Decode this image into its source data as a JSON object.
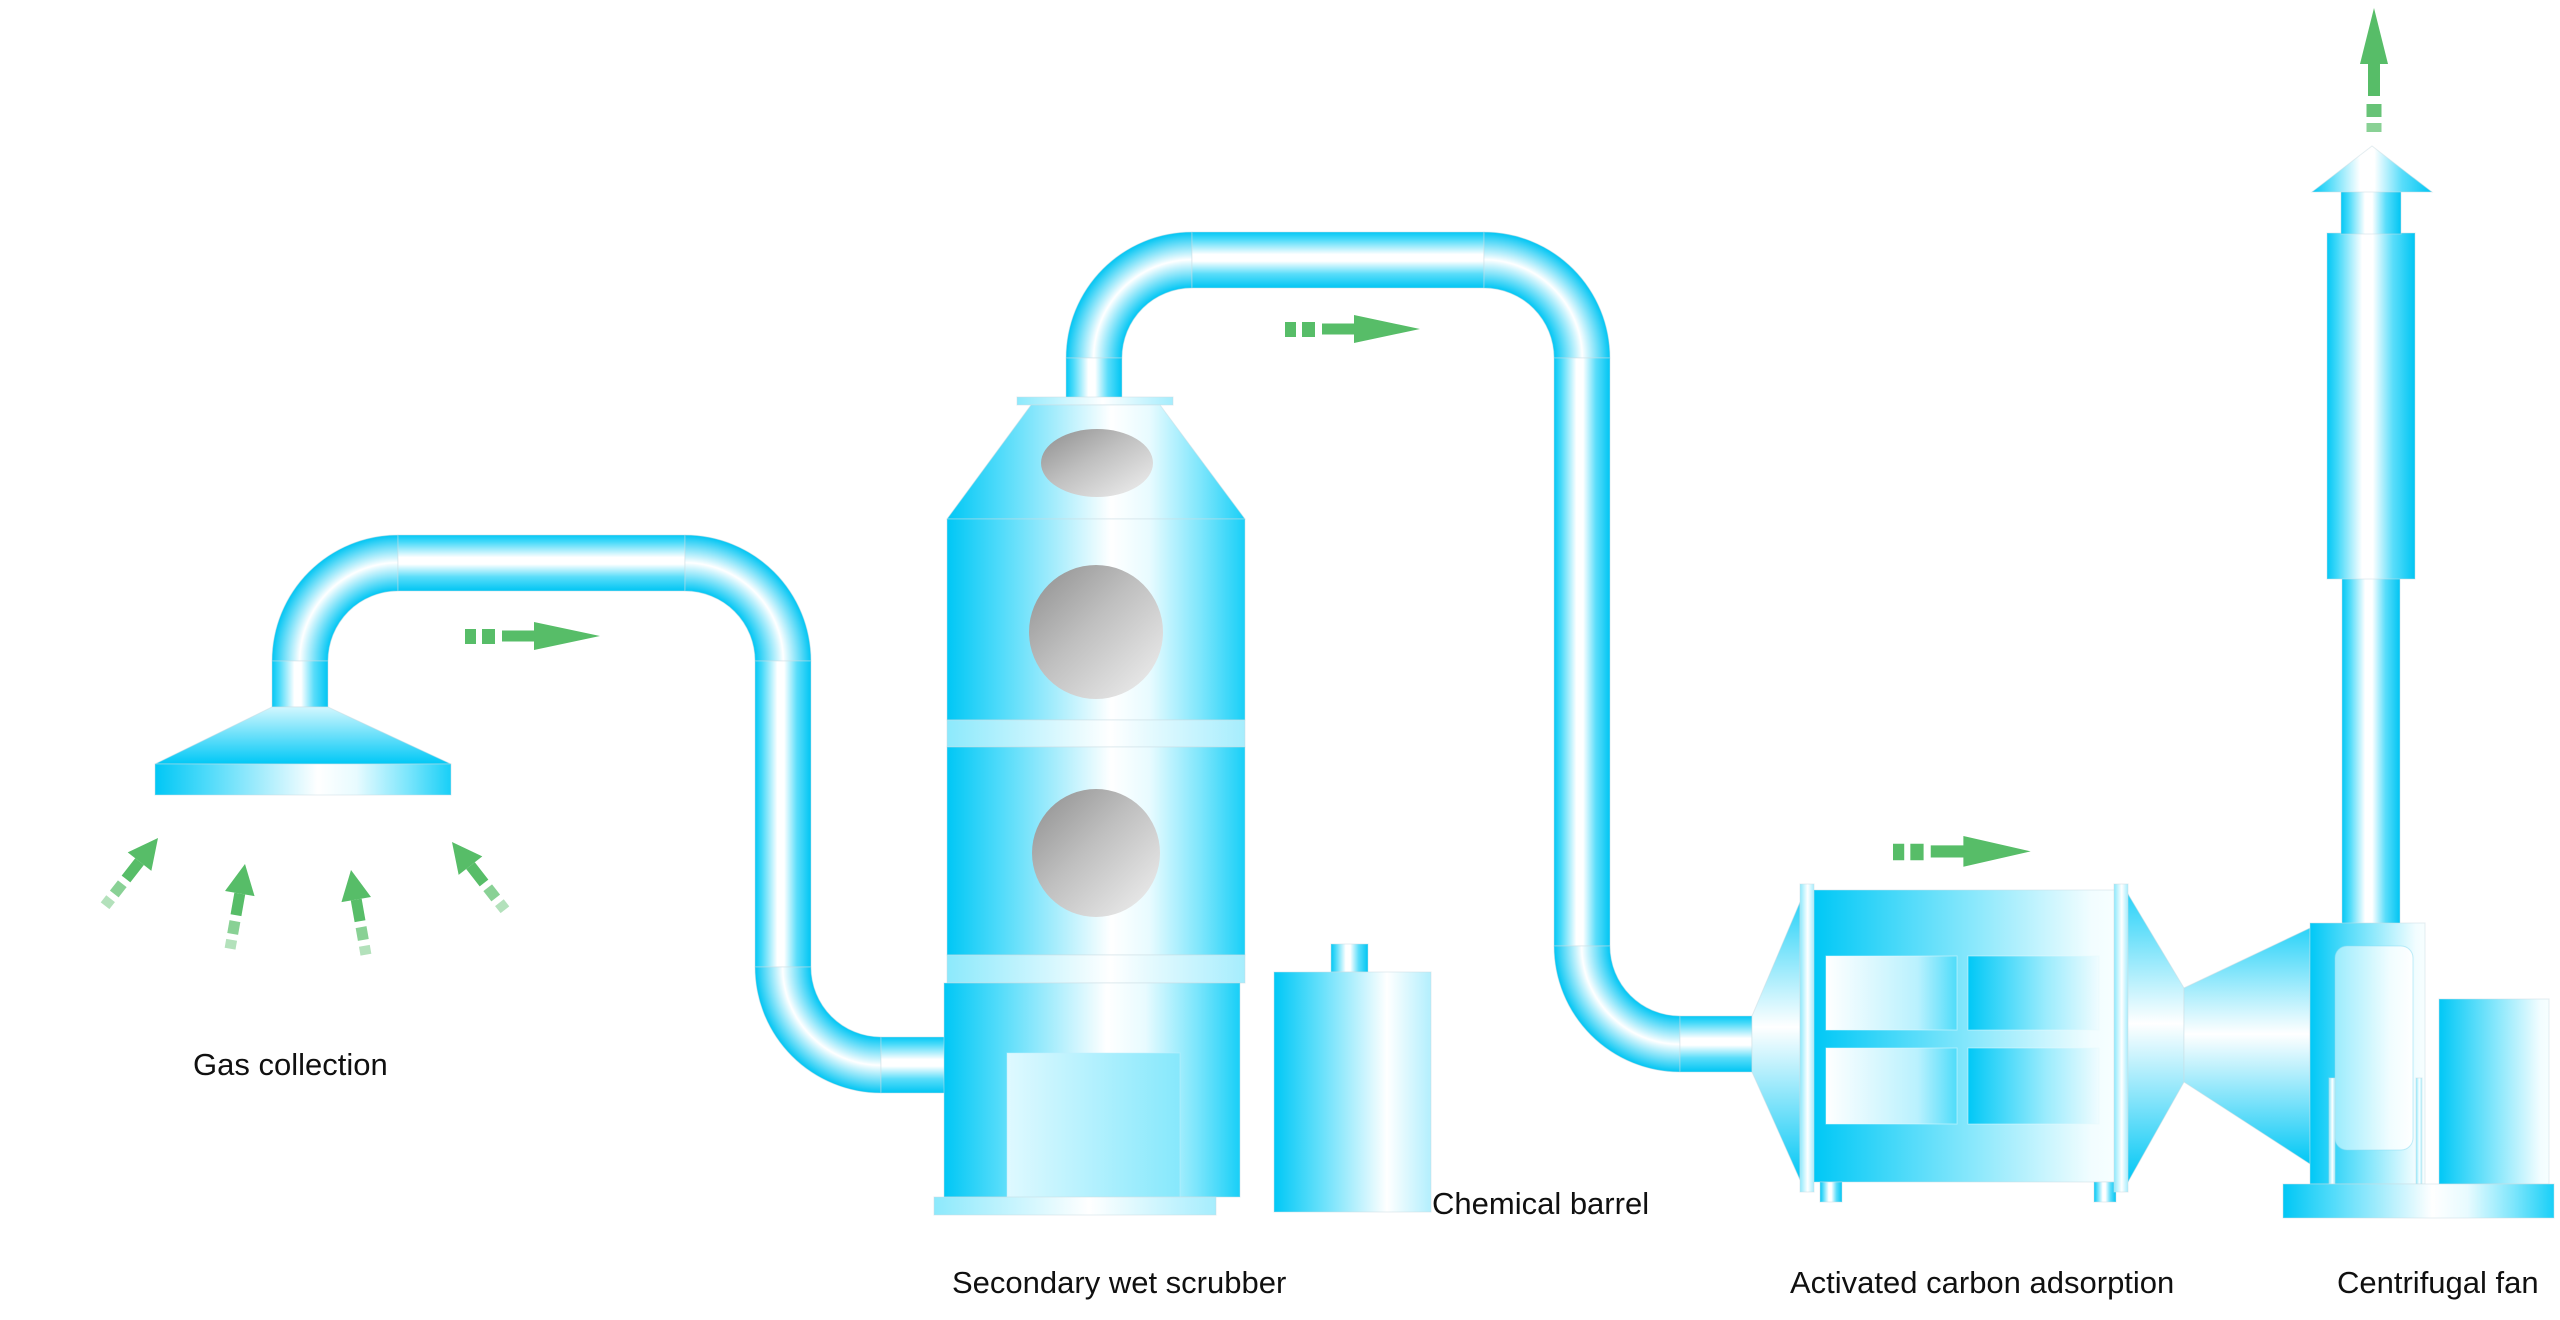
{
  "labels": {
    "gas_collection": "Gas collection",
    "secondary_wet_scrubber": "Secondary wet scrubber",
    "chemical_barrel": "Chemical barrel",
    "activated_carbon_adsorption": "Activated carbon adsorption",
    "centrifugal_fan": "Centrifugal fan"
  },
  "colors": {
    "equipment_cyan": "#00c8f6",
    "highlight_white": "#ffffff",
    "flow_green": "#57bd68",
    "viewport_gray": "#8d8d8d",
    "text": "#101010",
    "background": "#ffffff"
  },
  "flow": {
    "direction": "left-to-right",
    "stages": [
      "Gas collection",
      "Secondary wet scrubber",
      "Activated carbon adsorption",
      "Centrifugal fan"
    ],
    "auxiliary_equipment": [
      "Chemical barrel"
    ],
    "horizontal_flow_arrows": 3,
    "intake_arrows": 4,
    "exhaust_arrows": 1
  }
}
